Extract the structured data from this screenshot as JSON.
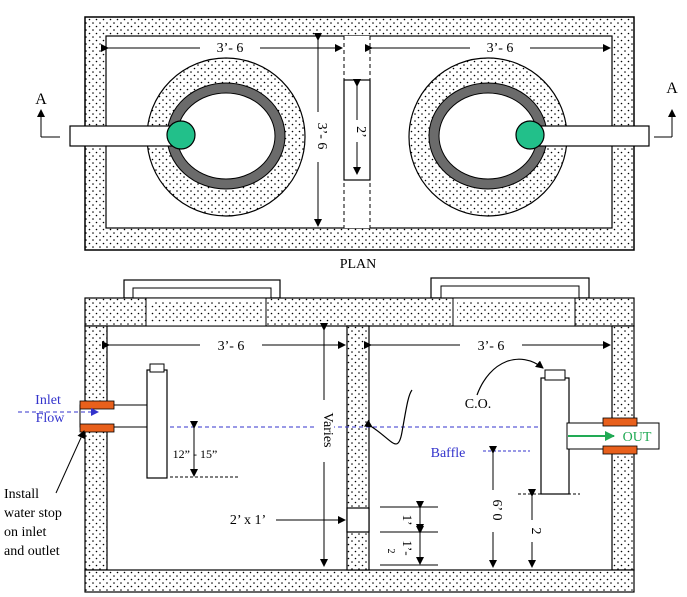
{
  "plan": {
    "title": "PLAN",
    "section_marker_left": "A",
    "section_marker_right": "A",
    "dim_left_compartment": "3’- 6",
    "dim_right_compartment": "3’- 6",
    "dim_width": "3’- 6",
    "dim_opening": "2’"
  },
  "section": {
    "dim_left_compartment": "3’- 6",
    "dim_right_compartment": "3’- 6",
    "inlet_label_line1": "Inlet",
    "inlet_label_line2": "Flow",
    "outlet_label": "OUT",
    "cleanout_label": "C.O.",
    "baffle_label": "Baffle",
    "varies_label": "Varies",
    "pipe_depth_label": "12” - 15”",
    "opening_size_label": "2’ x 1’",
    "dim_1ft_a": "1’",
    "dim_1ft_b": "1’-",
    "dim_1ft_b_frac": "2",
    "dim_right_depth": "6’ 0",
    "dim_2": "2",
    "note_line1": "Install",
    "note_line2": "water stop",
    "note_line3": "on inlet",
    "note_line4": "and outlet"
  },
  "colors": {
    "inlet_text": "#3333cc",
    "outlet_text": "#22aa55",
    "water_stop": "#e8601c",
    "cleanout_fill": "#22c08a",
    "riser_ring": "#6b6b6b",
    "water_line": "#3333cc"
  }
}
